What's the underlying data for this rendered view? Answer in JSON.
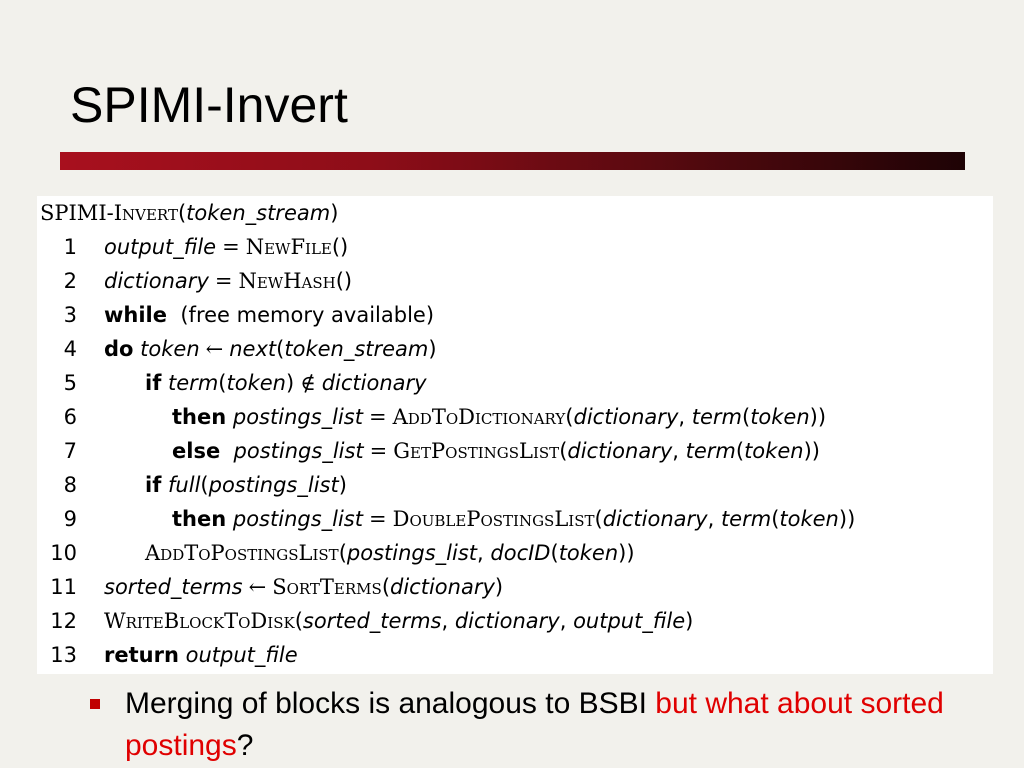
{
  "slide": {
    "title": "SPIMI-Invert"
  },
  "code": {
    "header_func": "SPIMI-Invert",
    "header_arg": "token_stream",
    "lines": [
      {
        "num": "1"
      },
      {
        "num": "2"
      },
      {
        "num": "3"
      },
      {
        "num": "4"
      },
      {
        "num": "5"
      },
      {
        "num": "6"
      },
      {
        "num": "7"
      },
      {
        "num": "8"
      },
      {
        "num": "9"
      },
      {
        "num": "10"
      },
      {
        "num": "11"
      },
      {
        "num": "12"
      },
      {
        "num": "13"
      }
    ],
    "t": {
      "output_file": "output_file",
      "dictionary": "dictionary",
      "token": "token",
      "next": "next",
      "token_stream": "token_stream",
      "term": "term",
      "postings_list": "postings_list",
      "full": "full",
      "docID": "docID",
      "sorted_terms": "sorted_terms",
      "NewFile": "NewFile",
      "NewHash": "NewHash",
      "AddToDictionary": "AddToDictionary",
      "GetPostingsList": "GetPostingsList",
      "DoublePostingsList": "DoublePostingsList",
      "AddToPostingsList": "AddToPostingsList",
      "SortTerms": "SortTerms",
      "WriteBlockToDisk": "WriteBlockToDisk",
      "while": "while",
      "do": "do",
      "if": "if",
      "then": "then",
      "else": "else",
      "return": "return",
      "free_memory": "(free memory available)",
      "eq": "=",
      "larrow": "←",
      "notin": "∉"
    }
  },
  "bullet": {
    "text_black": "Merging of blocks is analogous to BSBI ",
    "text_red": "but what about sorted postings",
    "text_end": "?"
  }
}
